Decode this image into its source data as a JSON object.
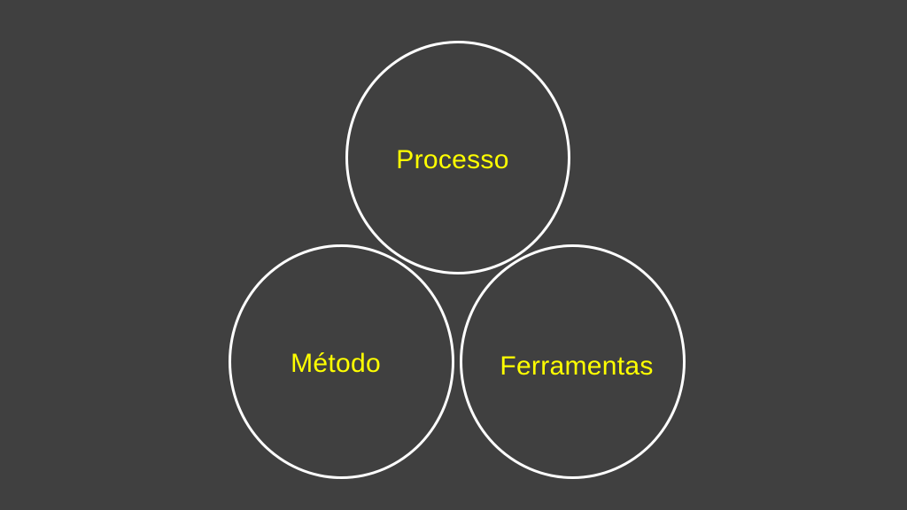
{
  "diagram": {
    "type": "three-circle-concept",
    "circles": [
      {
        "label": "Processo"
      },
      {
        "label": "Método"
      },
      {
        "label": "Ferramentas"
      }
    ]
  },
  "colors": {
    "background": "#404040",
    "circle_outline": "#ffffff",
    "label_text": "#ffff00"
  }
}
